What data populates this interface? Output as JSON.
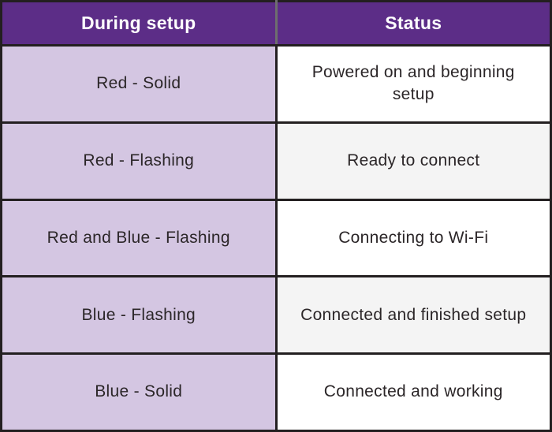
{
  "table": {
    "columns": [
      {
        "label": "During setup"
      },
      {
        "label": "Status"
      }
    ],
    "rows": [
      {
        "setup": "Red - Solid",
        "status": "Powered on and beginning setup"
      },
      {
        "setup": "Red - Flashing",
        "status": "Ready to connect"
      },
      {
        "setup": "Red and Blue - Flashing",
        "status": "Connecting to Wi-Fi"
      },
      {
        "setup": "Blue - Flashing",
        "status": "Connected and finished setup"
      },
      {
        "setup": "Blue - Solid",
        "status": "Connected and working"
      }
    ],
    "colors": {
      "header_bg": "#5c2d87",
      "header_text": "#ffffff",
      "setup_bg": "#d4c6e2",
      "status_bg": "#ffffff",
      "status_bg_alt": "#f4f4f4",
      "grid_line": "#231f20",
      "header_divider": "#6e6e6e",
      "body_text": "#2b2628"
    }
  }
}
